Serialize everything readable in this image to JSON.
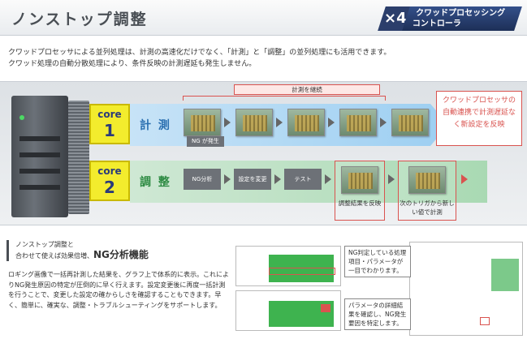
{
  "header": {
    "title": "ノンストップ調整",
    "badge_mark": "×4",
    "badge_line1": "クワッドプロセッシング",
    "badge_line2": "コントローラ"
  },
  "intro": [
    "クワッドプロセッサによる並列処理は、計測の高速化だけでなく、「計測」と「調整」の並列処理にも活用できます。",
    "クワッド処理の自動分散処理により、条件反映の計測遅延も発生しません。"
  ],
  "diagram": {
    "core1_word": "core",
    "core1_num": "1",
    "core2_word": "core",
    "core2_num": "2",
    "lane_measure": "計 測",
    "lane_adjust": "調 整",
    "continue_label": "計測を継続",
    "ng_tag": "NG が発生",
    "steps": [
      "NG分析",
      "設定を変更",
      "テスト"
    ],
    "callout": "クワッドプロセッサの自動連携で計測遅延なく新設定を反映",
    "result1": "調整結果を反映",
    "result2": "次のトリガから新しい値で計測"
  },
  "section": {
    "small_line1": "ノンストップ調整と",
    "small_line2": "合わせて使えば効果倍増、",
    "big": "NG分析機能",
    "desc": "ロギング画像で一括再計測した結果を、グラフ上で体系的に表示。これによりNG発生原因の特定が圧倒的に早く行えます。設定変更後に再度一括計測を行うことで、変更した設定の確からしさを確認することもできます。早く、簡単に、確実な、調整・トラブルシューティングをサポートします。",
    "note1": "NG判定している処理項目・パラメータが一目でわかります。",
    "note2": "パラメータの詳細結果を確認し、NG発生要因を特定します。"
  },
  "colors": {
    "accent_red": "#d9534f",
    "core_yellow": "#f3ec2d",
    "measure_blue": "#9fd0f2",
    "adjust_green": "#a9d9b3",
    "badge_navy": "#2b3e6b"
  }
}
